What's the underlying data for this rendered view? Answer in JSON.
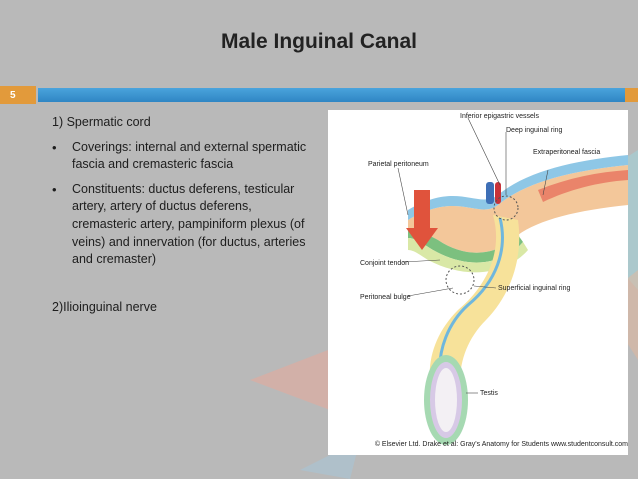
{
  "slide": {
    "title": "Male Inguinal Canal",
    "number": "5"
  },
  "content": {
    "heading1": "1) Spermatic cord",
    "bullets": [
      "Coverings:  internal and external spermatic fascia and cremasteric fascia",
      "Constituents:  ductus deferens, testicular artery, artery of ductus deferens, cremasteric artery, pampiniform plexus (of veins) and innervation (for ductus, arteries and cremaster)"
    ],
    "heading2": "2)Ilioinguinal nerve"
  },
  "figure": {
    "labels": {
      "inferior_epigastric": "Inferior epigastric vessels",
      "deep_ring": "Deep inguinal ring",
      "parietal_peritoneum": "Parietal peritoneum",
      "extraperitoneal_fascia": "Extraperitoneal fascia",
      "conjoint_tendon": "Conjoint tendon",
      "peritoneal_bulge": "Peritoneal bulge",
      "superficial_ring": "Superficial inguinal ring",
      "testis": "Testis"
    },
    "credit": "© Elsevier Ltd. Drake et al: Gray's Anatomy for Students www.studentconsult.com"
  },
  "colors": {
    "background": "#b9b9b9",
    "accent_blue": "#3a95d4",
    "accent_orange": "#e29a3b",
    "arrow_red": "#e0533c"
  }
}
